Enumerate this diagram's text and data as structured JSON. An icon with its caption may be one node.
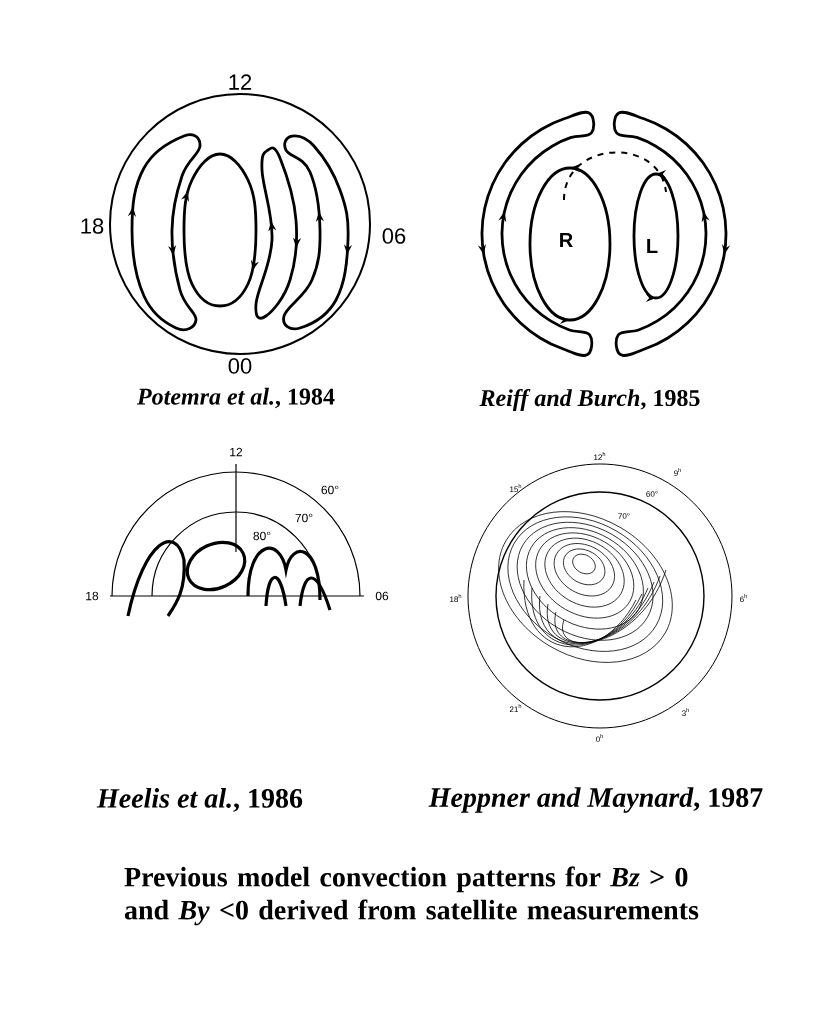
{
  "diagram": {
    "caption": "Previous model convection patterns for *Bz* > 0 and *By* <0 derived from satellite measurements",
    "labels": [
      "12",
      "18",
      "06",
      "00",
      "*Potemra et al.*, 1984",
      "R",
      "L",
      "*Reiff and Burch*, 1985",
      "12",
      "60°",
      "70°",
      "80°",
      "18",
      "06",
      "12$^{h}$",
      "15$^{h}$",
      "9$^{h}$",
      "60°",
      "70°",
      "18$^{h}$",
      "6$^{h}$",
      "21$^{h}$",
      "3$^{h}$",
      "0$^{h}$",
      "*Heelis et al.*, 1986",
      "*Heppner and Maynard*, 1987"
    ]
  }
}
